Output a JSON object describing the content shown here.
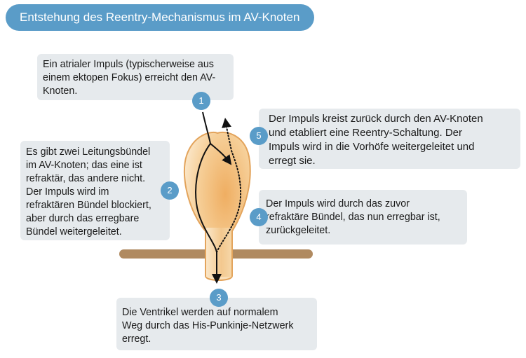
{
  "title": "Entstehung des Reentry-Mechanismus im AV-Knoten",
  "steps": [
    {
      "number": "1",
      "text": "Ein atrialer Impuls (typischerweise aus\neinem ektopen Fokus) erreicht den AV-\nKnoten."
    },
    {
      "number": "2",
      "text": "Es gibt zwei Leitungsbündel\nim AV-Knoten; das eine ist\nrefraktär, das andere nicht.\nDer Impuls wird im\nrefraktären Bündel blockiert,\naber durch das erregbare\nBündel weitergeleitet."
    },
    {
      "number": "3",
      "text": "Die Ventrikel werden auf normalem\nWeg durch das His-Punkinje-Netzwerk\nerregt."
    },
    {
      "number": "4",
      "text": "Der Impuls wird durch das zuvor\nrefraktäre Bündel, das nun erregbar ist,\nzurückgeleitet."
    },
    {
      "number": "5",
      "text": "Der Impuls kreist zurück durch den AV-Knoten\nund etabliert eine Reentry-Schaltung. Der\nImpuls wird in die Vorhöfe weitergeleitet und\nerregt sie."
    }
  ],
  "colors": {
    "accent": "#5a9cc8",
    "box": "#e6eaed",
    "node_fill": "#f3c88e",
    "node_outline": "#e3a45c",
    "septum": "#b08a60"
  }
}
